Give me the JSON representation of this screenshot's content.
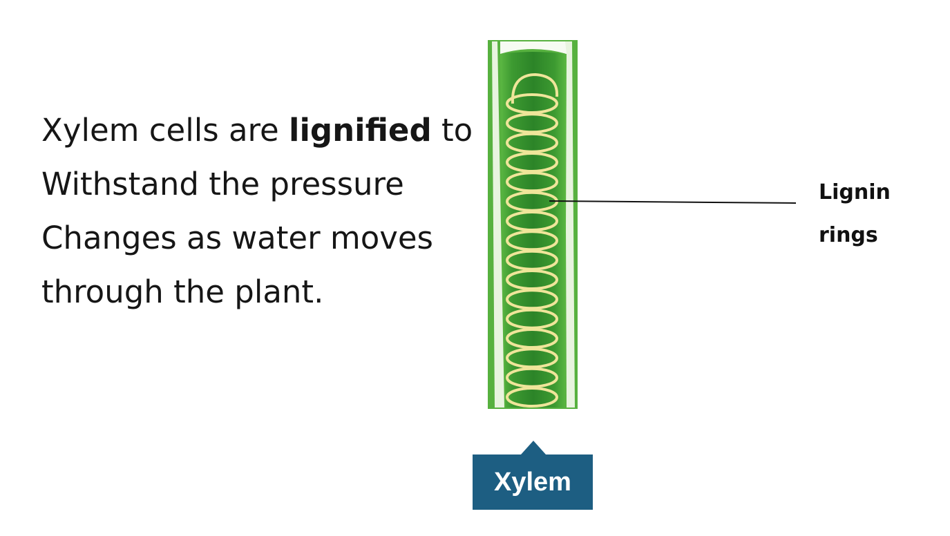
{
  "description_text": {
    "line1_before": "Xylem cells are ",
    "line1_bold": "lignified",
    "line1_after": " to",
    "line2": "Withstand the pressure",
    "line3": "Changes as water moves",
    "line4": "through the plant."
  },
  "labels": {
    "lignin_line1": "Lignin",
    "lignin_line2": "rings",
    "xylem_tag": "Xylem"
  },
  "colors": {
    "vessel_dark_green": "#2e8a2a",
    "vessel_mid_green": "#4fae3a",
    "vessel_light_green": "#8fd07a",
    "vessel_wall": "#eef6e6",
    "ring_color": "#efe59a",
    "tag_background": "#1d5e82",
    "tag_text": "#ffffff"
  },
  "ring_count": 16
}
